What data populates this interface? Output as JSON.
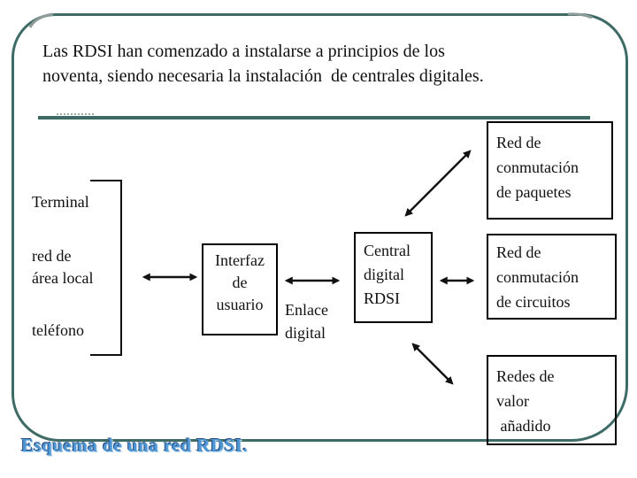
{
  "slide": {
    "title": "Las RDSI han comenzado a instalarse a principios de los\nnoventa, siendo necesaria la instalación  de centrales digitales.",
    "caption": "Esquema de una red RDSI.",
    "colors": {
      "slide_border": "#3E6B66",
      "divider": "#3E6B66",
      "caption_blue": "#4E96D4",
      "box_border": "#000000",
      "arrow": "#111111"
    }
  },
  "diagram": {
    "left_group": {
      "label": "Terminal",
      "items": [
        {
          "label": "red de\nárea local"
        },
        {
          "label": "teléfono"
        }
      ]
    },
    "nodes": {
      "interfaz": "Interfaz\nde\nusuario",
      "enlace": "Enlace\ndigital",
      "central": "Central\ndigital\nRDSI",
      "paquetes": "Red de\nconmutación\nde paquetes",
      "circuitos": "Red de\nconmutación\nde circuitos",
      "valor": "Redes de\nvalor\n añadido"
    },
    "connections": [
      {
        "from": "terminal-group",
        "to": "interfaz-de-usuario",
        "style": "double-arrow"
      },
      {
        "from": "interfaz-de-usuario",
        "to": "central-digital-rdsi",
        "style": "double-arrow",
        "via": "enlace-digital"
      },
      {
        "from": "central-digital-rdsi",
        "to": "red-conmutacion-circuitos",
        "style": "double-arrow"
      },
      {
        "from": "central-digital-rdsi",
        "to": "red-conmutacion-paquetes",
        "style": "double-arrow"
      },
      {
        "from": "central-digital-rdsi",
        "to": "redes-valor-anadido",
        "style": "double-arrow"
      }
    ]
  }
}
